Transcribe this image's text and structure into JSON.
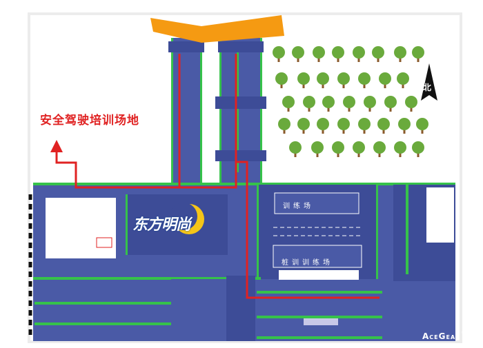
{
  "map": {
    "title": "安全驾驶培训场地",
    "brand": "东方明尚",
    "north": "北",
    "zones": {
      "training_area": "训练场",
      "test_area": "桩训训练场"
    },
    "watermark": "AceGear",
    "watermark_mark": "™"
  },
  "colors": {
    "road": "#4a5aa6",
    "road_dark": "#3d4c97",
    "lane_green": "#36c24a",
    "route_red": "#e02222",
    "gate_orange": "#f59a12",
    "building_white": "#ffffff",
    "tree_green": "#6aaa3c",
    "trunk_brown": "#8a5a2b"
  }
}
